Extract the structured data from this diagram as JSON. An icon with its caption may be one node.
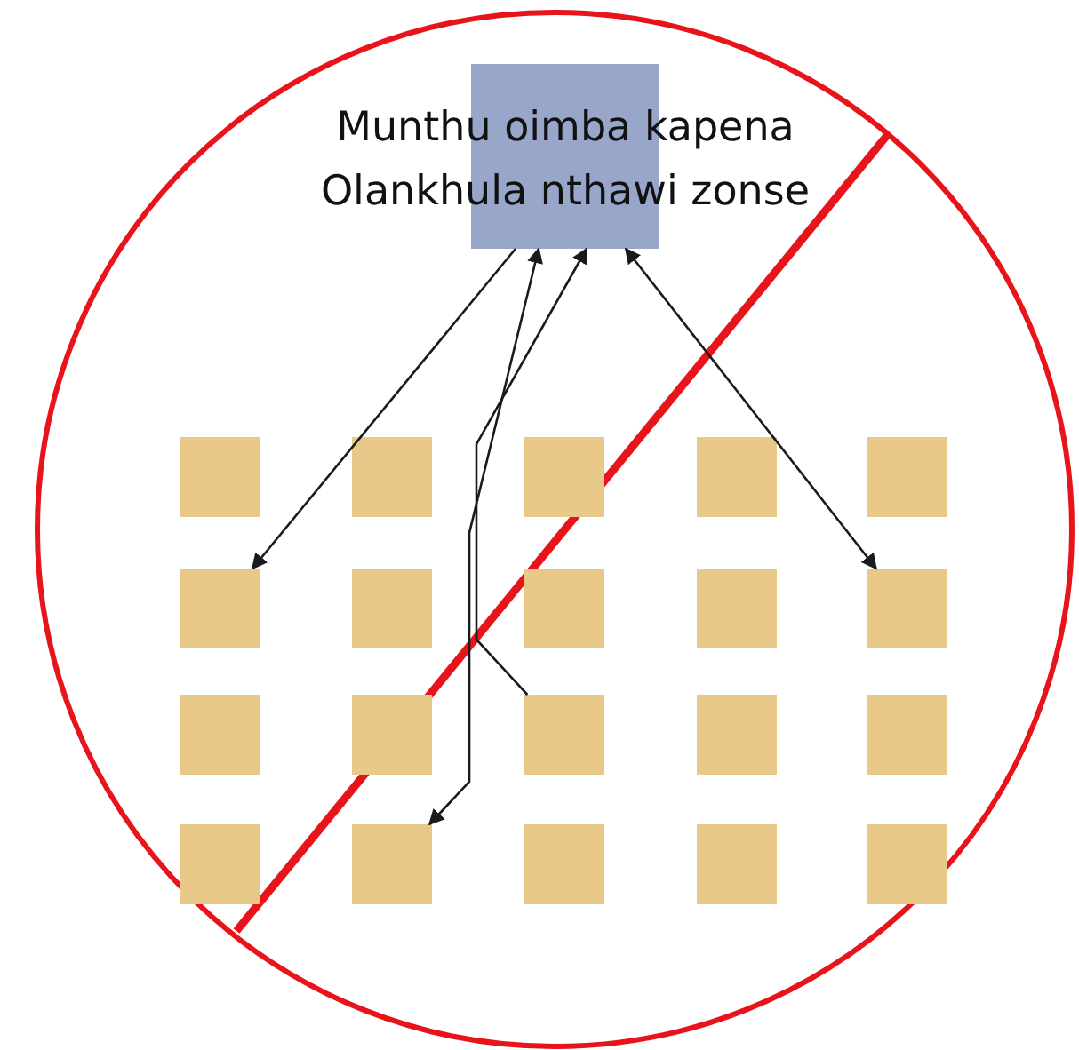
{
  "diagram": {
    "nodes": [
      {
        "text": [
          "Munthu oimba kapena Olankhula nthawi zonse"
        ]
      },
      {
        "text": [],
        "shape": "box"
      },
      {
        "text": [],
        "shape": "box"
      },
      {
        "text": [],
        "shape": "box"
      },
      {
        "text": [],
        "shape": "box"
      },
      {
        "text": [],
        "shape": "box"
      },
      {
        "text": [],
        "shape": "box"
      },
      {
        "text": [],
        "shape": "box"
      },
      {
        "text": [],
        "shape": "box"
      },
      {
        "text": [],
        "shape": "box"
      },
      {
        "text": [],
        "shape": "box"
      },
      {
        "text": [],
        "shape": "box"
      },
      {
        "text": [],
        "shape": "box"
      },
      {
        "text": [],
        "shape": "box"
      },
      {
        "text": [],
        "shape": "box"
      },
      {
        "text": [],
        "shape": "box"
      },
      {
        "text": [],
        "shape": "box"
      },
      {
        "text": [],
        "shape": "box"
      },
      {
        "text": [],
        "shape": "box"
      },
      {
        "text": [],
        "shape": "box"
      },
      {
        "text": [],
        "shape": "box"
      }
    ],
    "edges": [
      {
        "from": 0,
        "to": 6,
        "arrow": "to"
      },
      {
        "from": 0,
        "to": 17,
        "arrow": "both"
      },
      {
        "from": 13,
        "to": 0,
        "arrow": "to"
      },
      {
        "from": 0,
        "to": 10,
        "arrow": "both"
      }
    ]
  }
}
